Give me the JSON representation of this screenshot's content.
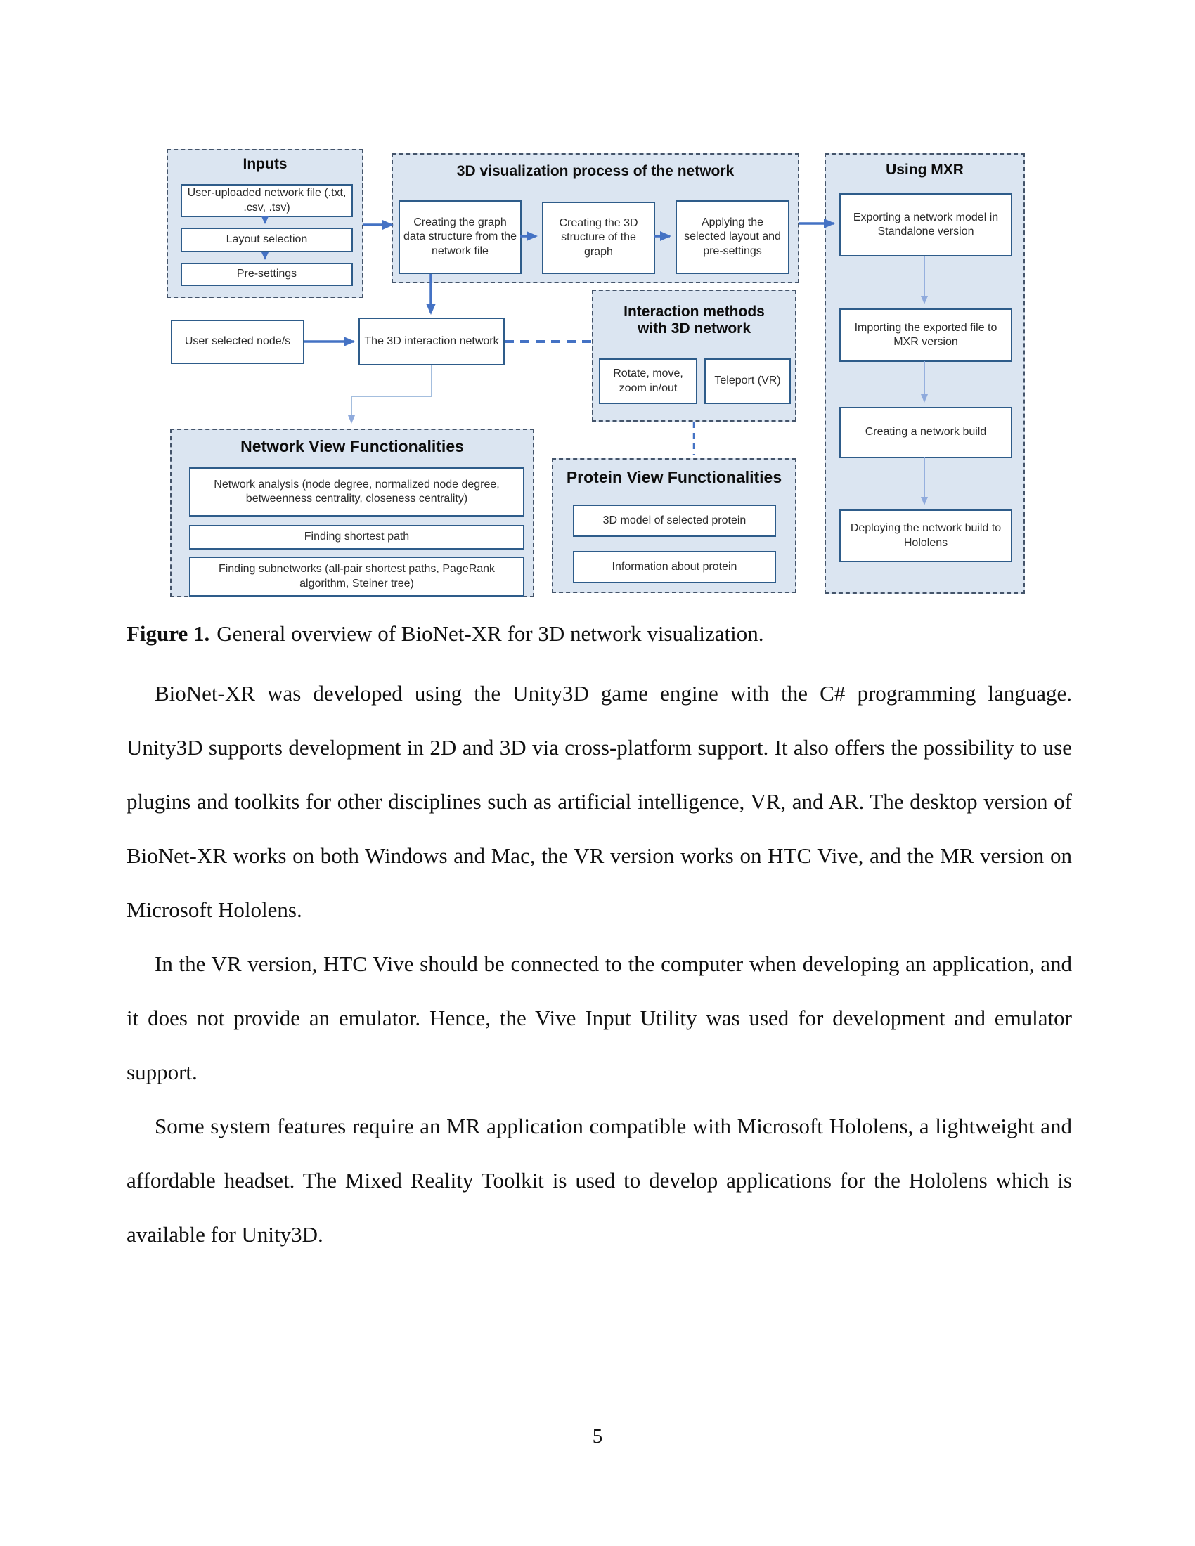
{
  "page": {
    "number": "5"
  },
  "figure": {
    "groups": {
      "inputs": {
        "title": "Inputs",
        "items": [
          "User-uploaded network file (.txt, .csv, .tsv)",
          "Layout selection",
          "Pre-settings"
        ]
      },
      "visualization": {
        "title": "3D visualization process of the network",
        "items": [
          "Creating the graph data structure from the network file",
          "Creating the 3D structure of the graph",
          "Applying the selected layout and pre-settings"
        ]
      },
      "mxr": {
        "title": "Using MXR",
        "items": [
          "Exporting a network model in Standalone version",
          "Importing the exported file to MXR version",
          "Creating a network build",
          "Deploying the network build to Hololens"
        ]
      },
      "interaction": {
        "title": "Interaction methods with 3D network",
        "items": [
          "Rotate, move, zoom in/out",
          "Teleport (VR)"
        ]
      },
      "network_view": {
        "title": "Network View Functionalities",
        "items": [
          "Network analysis (node degree, normalized node degree, betweenness centrality, closeness centrality)",
          "Finding shortest path",
          "Finding subnetworks (all-pair shortest paths, PageRank algorithm, Steiner tree)"
        ]
      },
      "protein_view": {
        "title": "Protein View Functionalities",
        "items": [
          "3D model of selected protein",
          "Information about protein"
        ]
      }
    },
    "nodes": {
      "user_selected": "User selected node/s",
      "interaction_network": "The 3D interaction network"
    },
    "colors": {
      "group_fill": "#dbe5f1",
      "group_border": "#44546a",
      "box_border": "#2e5c8a",
      "arrow_primary": "#4472c4",
      "arrow_light": "#8faadc"
    }
  },
  "caption": {
    "label": "Figure 1.",
    "text": "General overview of BioNet-XR for 3D network visualization."
  },
  "body": {
    "paragraphs": [
      "BioNet-XR was developed using the Unity3D game engine with the C# programming language. Unity3D supports development in 2D and 3D via cross-platform support. It also offers the possibility to use plugins and toolkits for other disciplines such as artificial intelligence, VR, and AR. The desktop version of BioNet-XR works on both Windows and Mac, the VR version works on HTC Vive, and the MR version on Microsoft Hololens.",
      "In the VR version, HTC Vive should be connected to the computer when developing an application, and it does not provide an emulator. Hence, the Vive Input Utility was used for development and emulator support.",
      "Some system features require an MR application compatible with Microsoft Hololens, a lightweight and affordable headset. The Mixed Reality Toolkit is used to develop applications for the Hololens which is available for Unity3D."
    ]
  }
}
